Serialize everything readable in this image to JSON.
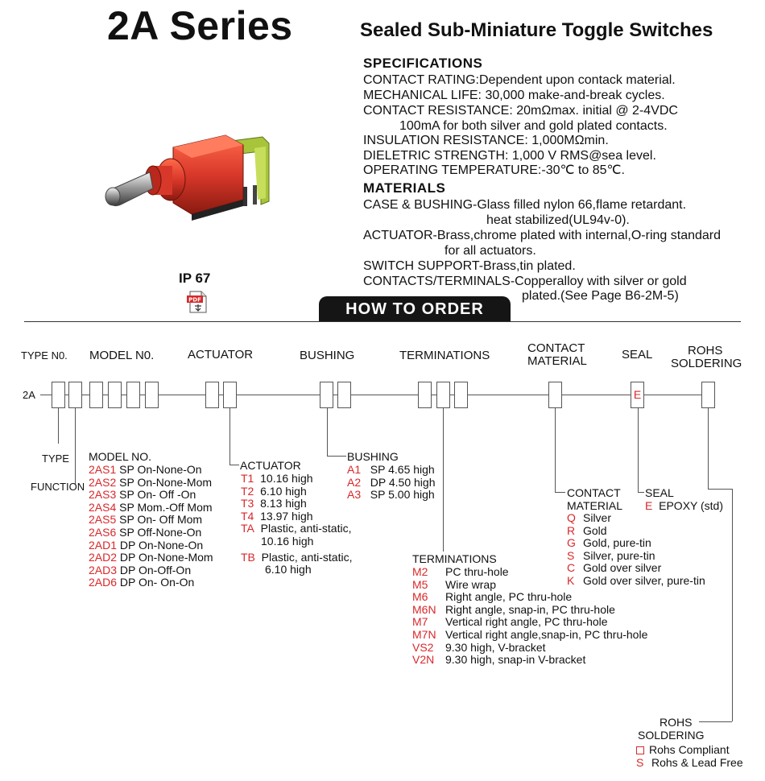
{
  "header": {
    "title": "2A Series",
    "subtitle": "Sealed Sub-Miniature Toggle Switches"
  },
  "specifications": {
    "heading": "SPECIFICATIONS",
    "lines": [
      "CONTACT RATING:Dependent upon contack material.",
      "MECHANICAL LIFE: 30,000 make-and-break cycles.",
      "CONTACT RESISTANCE: 20mΩmax. initial @ 2-4VDC",
      "100mA for both silver and gold plated contacts.",
      "INSULATION RESISTANCE: 1,000MΩmin.",
      "DIELETRIC STRENGTH: 1,000 V RMS@sea level.",
      "OPERATING TEMPERATURE:-30℃ to 85℃."
    ]
  },
  "materials": {
    "heading": "MATERIALS",
    "lines": [
      "CASE & BUSHING-Glass filled nylon 66,flame retardant.",
      "heat stabilized(UL94v-0).",
      "ACTUATOR-Brass,chrome plated with internal,O-ring standard",
      "for all actuators.",
      "SWITCH SUPPORT-Brass,tin plated.",
      "CONTACTS/TERMINALS-Copperalloy with silver or gold",
      "plated.(See Page B6-2M-5)"
    ]
  },
  "rating": {
    "ip": "IP 67",
    "pdf_label": "PDF"
  },
  "order": {
    "banner": "HOW TO ORDER",
    "headers": {
      "type_no": "TYPE N0.",
      "model_no": "MODEL N0.",
      "actuator": "ACTUATOR",
      "bushing": "BUSHING",
      "terminations": "TERMINATIONS",
      "contact_material_1": "CONTACT",
      "contact_material_2": "MATERIAL",
      "seal": "SEAL",
      "rohs_1": "ROHS",
      "rohs_2": "SOLDERING"
    },
    "prefix": "2A",
    "seal_box": "E",
    "labels": {
      "type": "TYPE",
      "function": "FUNCTION"
    }
  },
  "model": {
    "heading": "MODEL NO.",
    "items": [
      {
        "code": "2AS1",
        "desc": "SP On-None-On"
      },
      {
        "code": "2AS2",
        "desc": "SP On-None-Mom"
      },
      {
        "code": "2AS3",
        "desc": "SP On- Off -On"
      },
      {
        "code": "2AS4",
        "desc": "SP Mom.-Off Mom"
      },
      {
        "code": "2AS5",
        "desc": "SP On- Off Mom"
      },
      {
        "code": "2AS6",
        "desc": "SP Off-None-On"
      },
      {
        "code": "2AD1",
        "desc": "DP On-None-On"
      },
      {
        "code": "2AD2",
        "desc": "DP On-None-Mom"
      },
      {
        "code": "2AD3",
        "desc": "DP On-Off-On"
      },
      {
        "code": "2AD6",
        "desc": "DP On- On-On"
      }
    ]
  },
  "actuator": {
    "heading": "ACTUATOR",
    "items": [
      {
        "code": "T1",
        "desc": "10.16 high"
      },
      {
        "code": "T2",
        "desc": "6.10 high"
      },
      {
        "code": "T3",
        "desc": "8.13 high"
      },
      {
        "code": "T4",
        "desc": "13.97 high"
      },
      {
        "code": "TA",
        "desc": "Plastic, anti-static,",
        "desc2": "10.16 high"
      },
      {
        "code": "TB",
        "desc": "Plastic, anti-static,",
        "desc2": "6.10 high"
      }
    ]
  },
  "bushing": {
    "heading": "BUSHING",
    "items": [
      {
        "code": "A1",
        "desc": "SP 4.65 high"
      },
      {
        "code": "A2",
        "desc": "DP 4.50 high"
      },
      {
        "code": "A3",
        "desc": "SP 5.00 high"
      }
    ]
  },
  "terminations": {
    "heading": "TERMINATIONS",
    "items": [
      {
        "code": "M2",
        "desc": "PC thru-hole"
      },
      {
        "code": "M5",
        "desc": "Wire wrap"
      },
      {
        "code": "M6",
        "desc": "Right angle, PC thru-hole"
      },
      {
        "code": "M6N",
        "desc": "Right angle, snap-in, PC thru-hole"
      },
      {
        "code": "M7",
        "desc": "Vertical right angle, PC thru-hole"
      },
      {
        "code": "M7N",
        "desc": "Vertical right angle,snap-in, PC thru-hole"
      },
      {
        "code": "VS2",
        "desc": "9.30 high, V-bracket"
      },
      {
        "code": "V2N",
        "desc": "9.30 high, snap-in V-bracket"
      }
    ]
  },
  "contact_material": {
    "heading_1": "CONTACT",
    "heading_2": "MATERIAL",
    "items": [
      {
        "code": "Q",
        "desc": "Silver"
      },
      {
        "code": "R",
        "desc": "Gold"
      },
      {
        "code": "G",
        "desc": "Gold, pure-tin"
      },
      {
        "code": "S",
        "desc": "Silver, pure-tin"
      },
      {
        "code": "C",
        "desc": "Gold over silver"
      },
      {
        "code": "K",
        "desc": "Gold over silver, pure-tin"
      }
    ]
  },
  "seal": {
    "heading": "SEAL",
    "items": [
      {
        "code": "E",
        "desc": "EPOXY (std)"
      }
    ]
  },
  "rohs": {
    "heading_1": "ROHS",
    "heading_2": "SOLDERING",
    "items": [
      {
        "code": "",
        "desc": "Rohs Compliant"
      },
      {
        "code": "S",
        "desc": "Rohs & Lead Free"
      }
    ]
  },
  "colors": {
    "code_red": "#d8282a",
    "switch_red": "#d8382a",
    "bracket_green": "#a8c43a"
  }
}
